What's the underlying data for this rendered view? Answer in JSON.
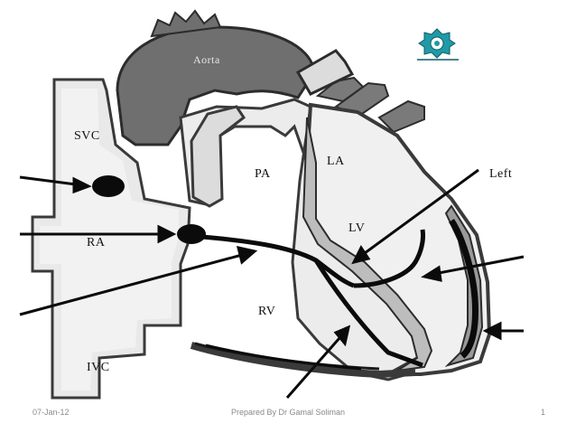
{
  "labels": {
    "aorta": "Aorta",
    "svc": "SVC",
    "pa": "PA",
    "la": "LA",
    "lv": "LV",
    "ra": "RA",
    "rv": "RV",
    "ivc": "IVC",
    "left_callout": "Left"
  },
  "footer": {
    "date": "07-Jan-12",
    "author": "Prepared By Dr Gamal Soliman",
    "page": "1"
  },
  "colors": {
    "chamber": "#ececec",
    "wall": "#3d3d3d",
    "aorta": "#6e6e6e",
    "conduction": "#0b0b0b",
    "logo": "#1f9aa6"
  },
  "icons": {
    "logo": "institution-logo-icon"
  }
}
